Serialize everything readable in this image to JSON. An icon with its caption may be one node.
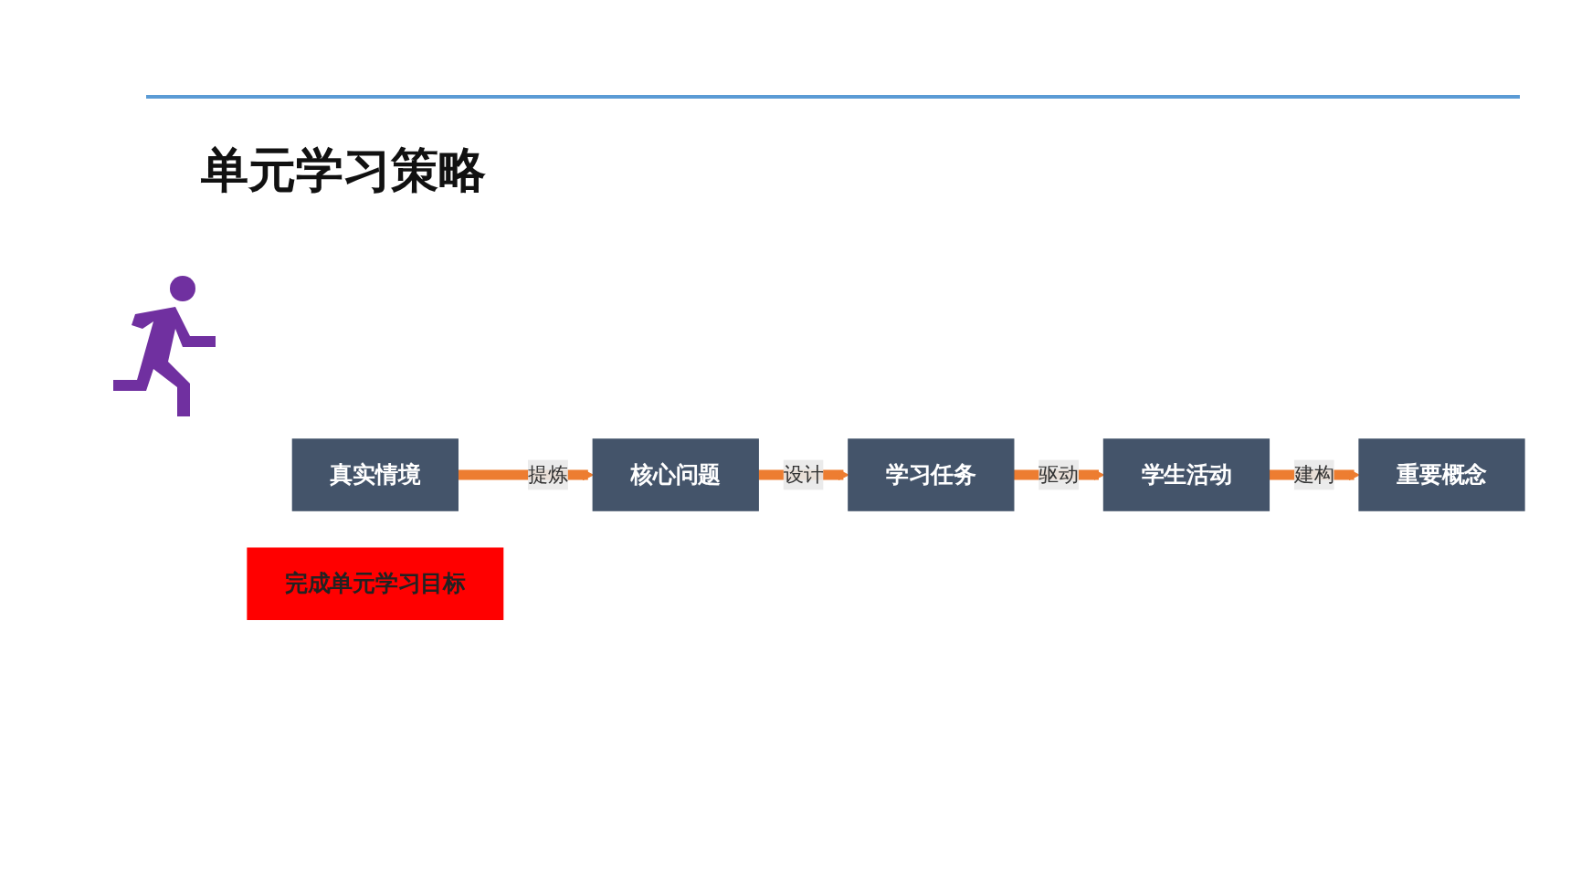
{
  "diagram": {
    "title": "单元学习策略",
    "nodes": [
      {
        "text": [
          "真实情境"
        ]
      },
      {
        "text": [
          "核心问题"
        ]
      },
      {
        "text": [
          "学习任务"
        ]
      },
      {
        "text": [
          "学生活动"
        ]
      },
      {
        "text": [
          "重要概念"
        ]
      },
      {
        "text": [
          "完成单元学习目标"
        ]
      }
    ],
    "edges": [
      {
        "from": 0,
        "to": 1,
        "arrow": "to",
        "label": "提炼"
      },
      {
        "from": 1,
        "to": 2,
        "arrow": "to",
        "label": "设计"
      },
      {
        "from": 2,
        "to": 3,
        "arrow": "to",
        "label": "驱动"
      },
      {
        "from": 3,
        "to": 4,
        "arrow": "to",
        "label": "建构"
      }
    ]
  }
}
